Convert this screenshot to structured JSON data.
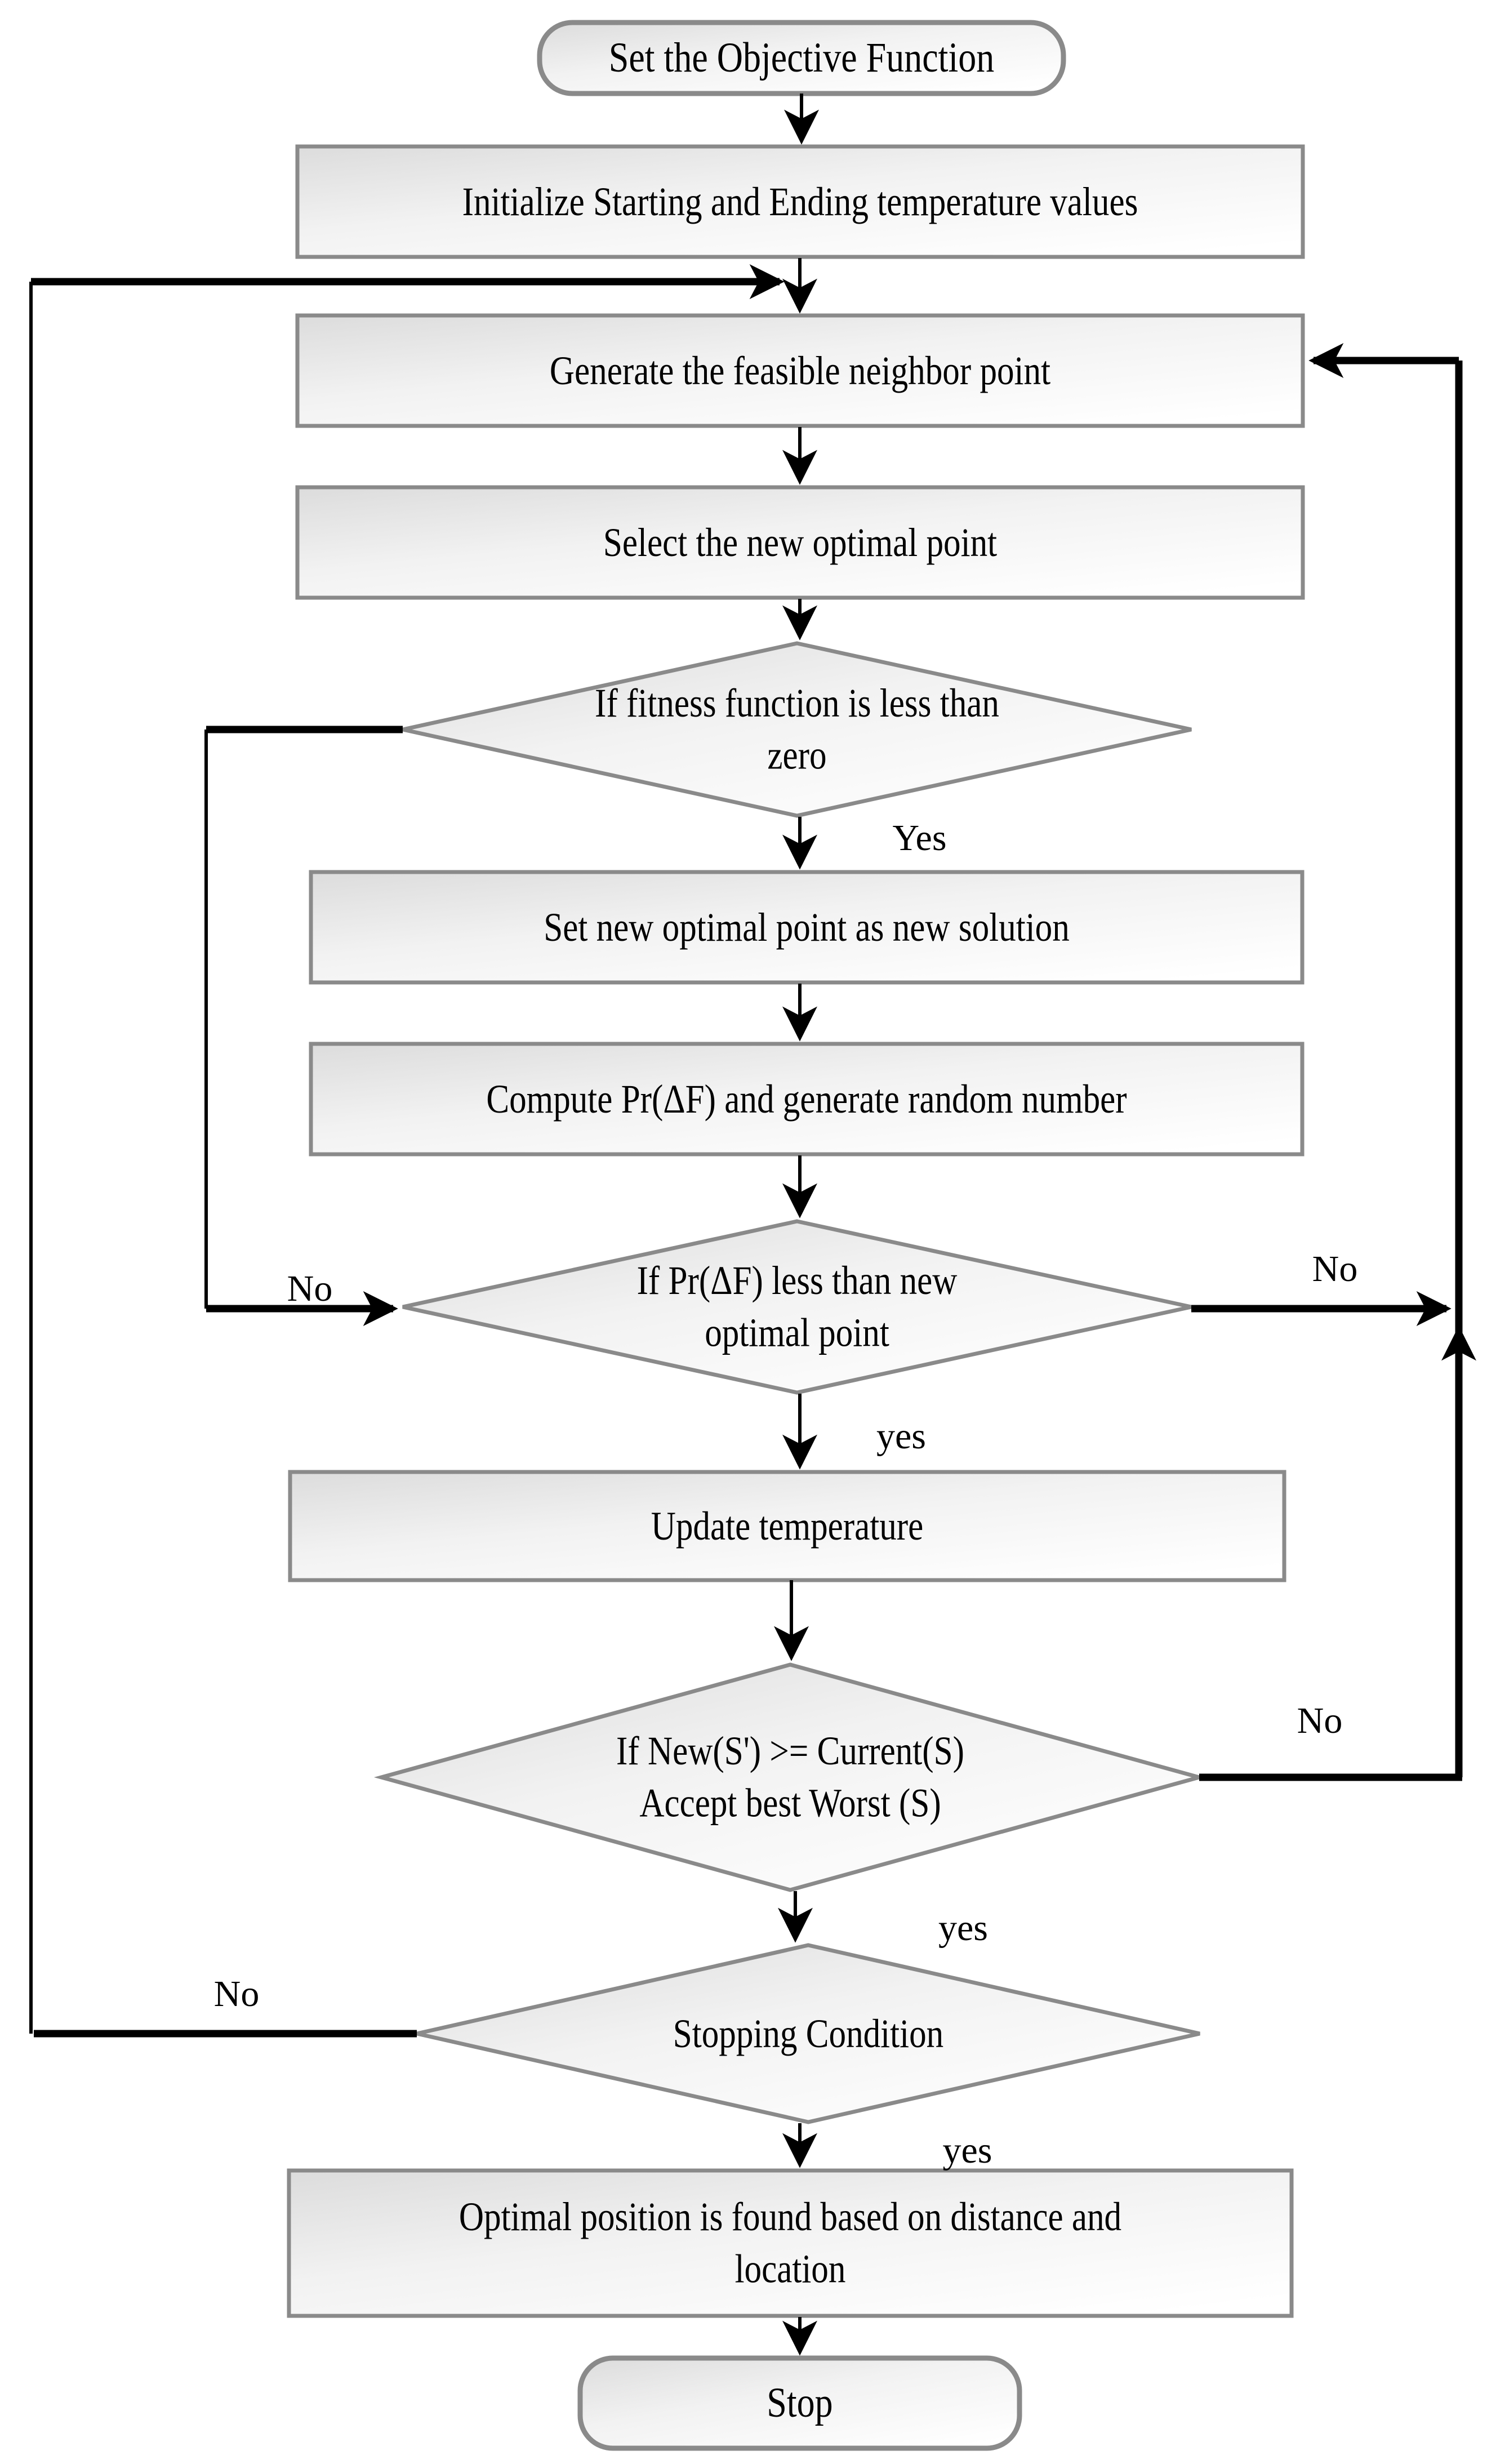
{
  "flowchart": {
    "nodes": {
      "start": {
        "label": "Set the Objective Function"
      },
      "init_temp": {
        "label": "Initialize Starting and Ending temperature values"
      },
      "generate_neighbor": {
        "label": "Generate the feasible neighbor point"
      },
      "select_optimal": {
        "label": "Select the new optimal point"
      },
      "fitness_decision": {
        "line1": "If fitness function is less than",
        "line2": "zero"
      },
      "set_solution": {
        "label": "Set new optimal point as new solution"
      },
      "compute_pr": {
        "label": "Compute Pr(ΔF) and generate random number"
      },
      "pr_decision": {
        "line1": "If  Pr(ΔF) less than new",
        "line2": "optimal point"
      },
      "update_temp": {
        "label": "Update temperature"
      },
      "accept_decision": {
        "line1": "If  New(S') >= Current(S)",
        "line2": "Accept best Worst (S)"
      },
      "stopping_decision": {
        "label": "Stopping Condition"
      },
      "optimal_position": {
        "line1": "Optimal position is found based on distance and",
        "line2": "location"
      },
      "stop": {
        "label": "Stop"
      }
    },
    "edge_labels": {
      "fitness_yes": "Yes",
      "fitness_no": "No",
      "pr_yes": "yes",
      "pr_no": "No",
      "accept_yes": "yes",
      "accept_no": "No",
      "stopping_yes": "yes",
      "stopping_no": "No"
    },
    "colors": {
      "background": "#ffffff",
      "connector": "#000000",
      "shape_border": "#8a8a8a",
      "fill_dark": "#dcdcdc",
      "fill_light": "#ffffff",
      "text": "#000000"
    }
  }
}
